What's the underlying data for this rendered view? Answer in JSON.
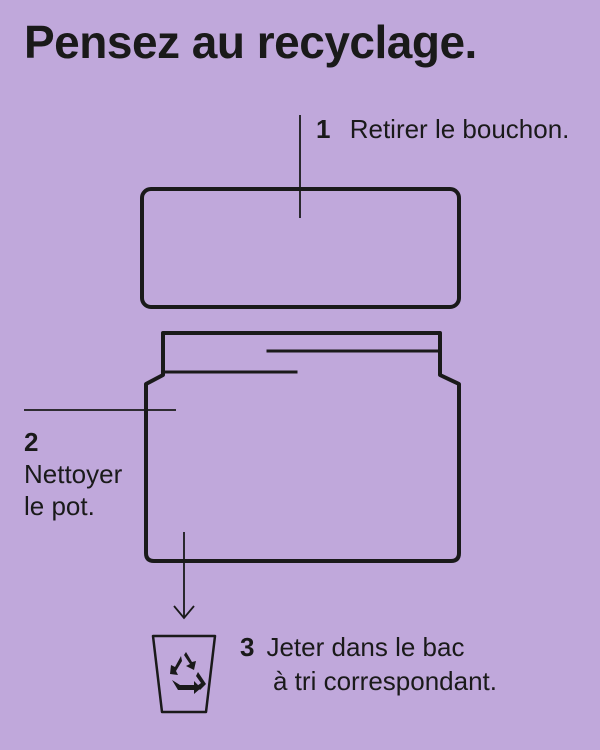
{
  "title": "Pensez au recyclage.",
  "steps": [
    {
      "number": "1",
      "text": "Retirer le bouchon."
    },
    {
      "number": "2",
      "text": "Nettoyer le pot."
    },
    {
      "number": "3",
      "line1": "Jeter dans le bac",
      "line2": "à tri correspondant."
    }
  ],
  "colors": {
    "background": "#c0a8db",
    "ink": "#1a1a1a"
  },
  "icons": [
    "arrow-down-icon",
    "recycle-bin-icon"
  ]
}
